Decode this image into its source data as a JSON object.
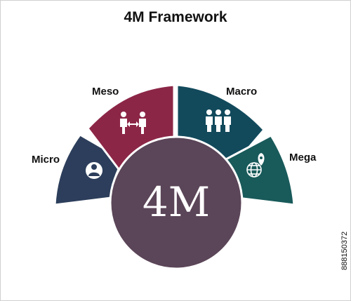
{
  "title": "4M Framework",
  "center": {
    "label": "4M",
    "color": "#5b4558"
  },
  "segments": [
    {
      "id": "micro",
      "label": "Micro",
      "color": "#2c3e5b",
      "icon": "person-in-circle-icon"
    },
    {
      "id": "meso",
      "label": "Meso",
      "color": "#8c2647",
      "icon": "two-people-exchange-icon"
    },
    {
      "id": "macro",
      "label": "Macro",
      "color": "#124a5c",
      "icon": "group-of-people-icon"
    },
    {
      "id": "mega",
      "label": "Mega",
      "color": "#195a5a",
      "icon": "globe-location-pin-icon"
    }
  ],
  "side_code": "888150372"
}
